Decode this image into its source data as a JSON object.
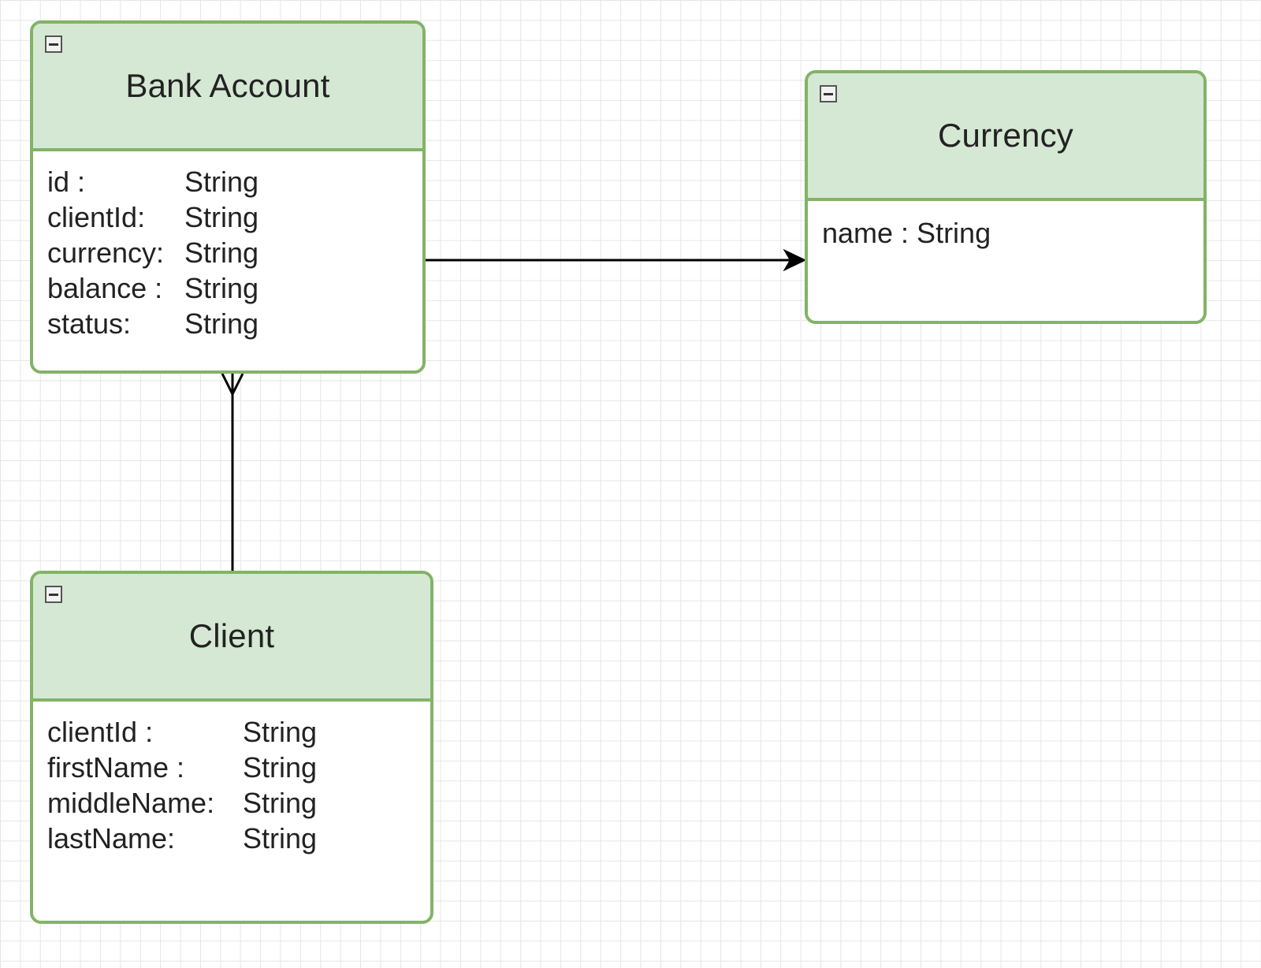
{
  "entities": {
    "bank_account": {
      "title": "Bank Account",
      "attributes": [
        {
          "name": "id :",
          "type": "String"
        },
        {
          "name": "clientId:",
          "type": "String"
        },
        {
          "name": "currency:",
          "type": "String"
        },
        {
          "name": "balance :",
          "type": "String"
        },
        {
          "name": "status:",
          "type": "String"
        }
      ]
    },
    "currency": {
      "title": "Currency",
      "attributes": [
        {
          "text": "name : String"
        }
      ]
    },
    "client": {
      "title": "Client",
      "attributes": [
        {
          "name": "clientId :",
          "type": "String"
        },
        {
          "name": "firstName :",
          "type": "String"
        },
        {
          "name": "middleName:",
          "type": "String"
        },
        {
          "name": "lastName:",
          "type": "String"
        }
      ]
    }
  },
  "connectors": [
    {
      "from": "bank_account",
      "to": "currency",
      "end": "arrow"
    },
    {
      "from": "client",
      "to": "bank_account",
      "end": "crows-foot-many"
    }
  ],
  "colors": {
    "entity_stroke": "#82b366",
    "header_fill": "#d5e8d4",
    "line": "#000000",
    "grid": "#e6e6e6"
  },
  "icons": {
    "collapse": "minus-square-icon"
  }
}
